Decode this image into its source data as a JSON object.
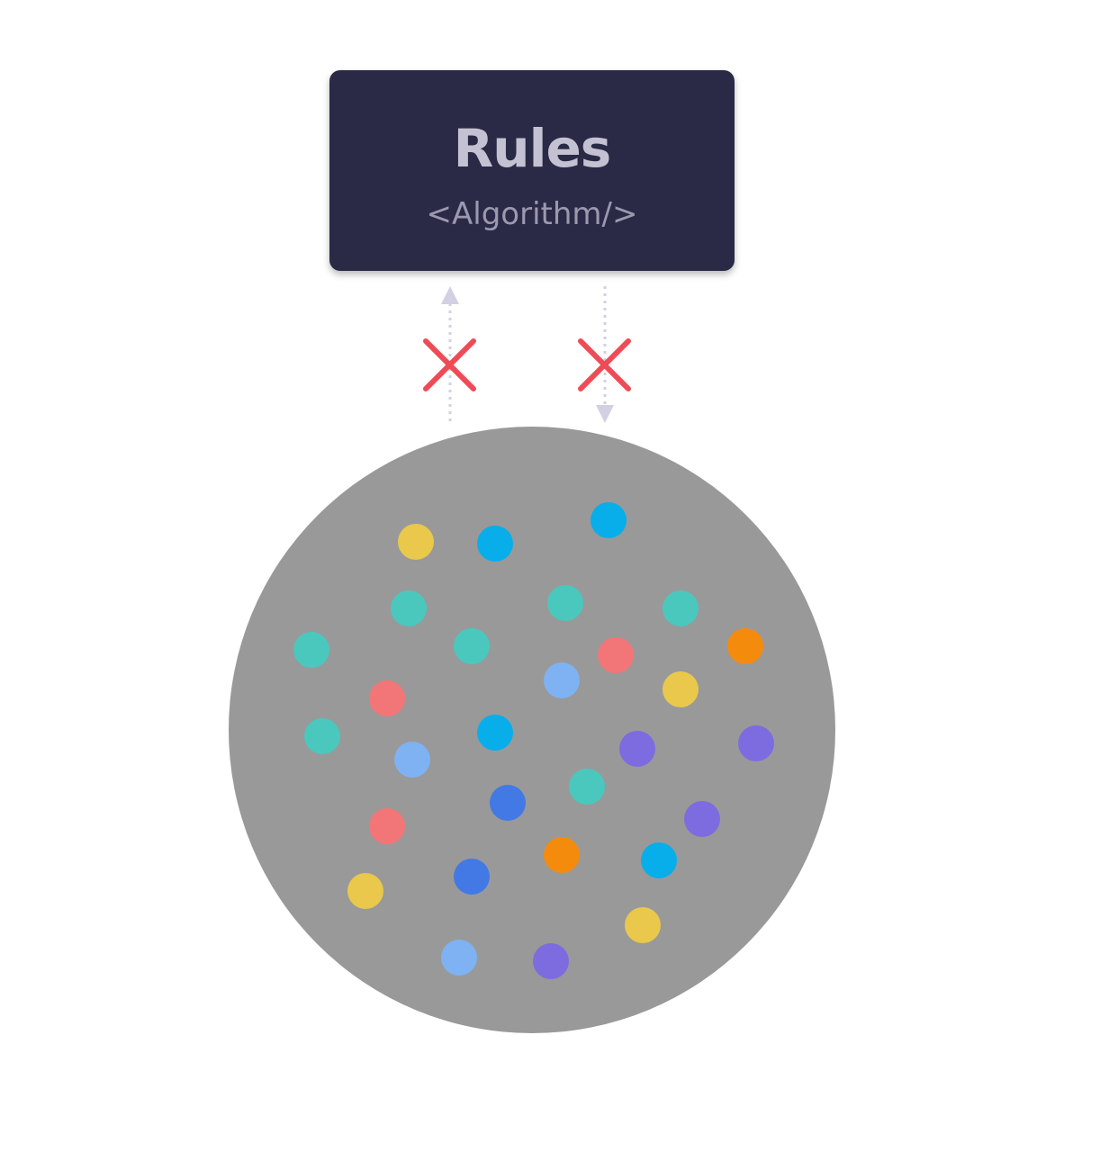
{
  "rules_box": {
    "title": "Rules",
    "subtitle": "<Algorithm/>"
  },
  "colors": {
    "box_background": "#2a2a47",
    "title_text": "#c4c2d2",
    "subtitle_text": "#9b99ae",
    "arrow": "#d2d0e2",
    "cross": "#ef4b56",
    "circle": "#999999",
    "dot_palette": {
      "yellow": "#e9c84b",
      "sky": "#07aeea",
      "teal": "#4ac8bd",
      "coral": "#f27677",
      "orange": "#f58b0d",
      "light_blue": "#7fb2f2",
      "purple": "#7d6be0",
      "blue": "#4279e5"
    }
  },
  "arrows": [
    {
      "name": "arrow-up-to-rules",
      "direction": "up",
      "blocked": true
    },
    {
      "name": "arrow-down-from-rules",
      "direction": "down",
      "blocked": true
    }
  ]
}
